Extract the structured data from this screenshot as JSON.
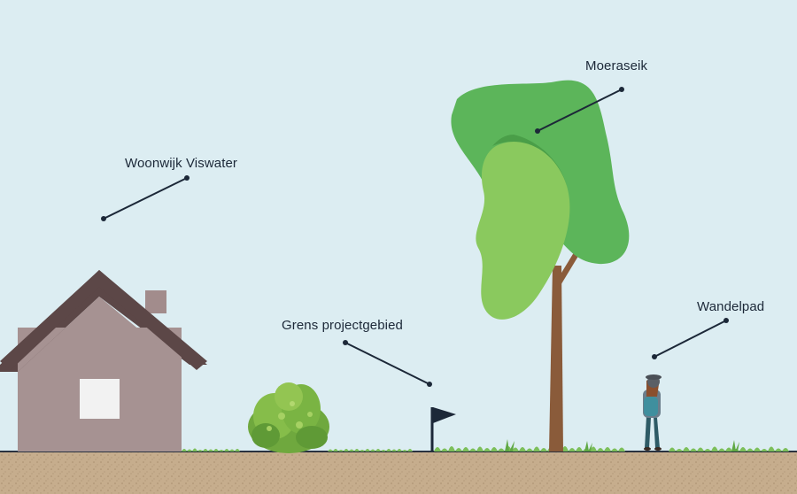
{
  "labels": {
    "woonwijk": "Woonwijk Viswater",
    "grens": "Grens projectgebied",
    "moeraseik": "Moeraseik",
    "wandelpad": "Wandelpad"
  },
  "colors": {
    "sky": "#dcedf2",
    "ground": "#c4aa8a",
    "roof": "#5c4747",
    "house": "#a69292",
    "tree_canopy_dark": "#5cb55a",
    "tree_canopy_light": "#8ac95e",
    "trunk": "#8a5b3a",
    "leader_line": "#1c2838"
  }
}
